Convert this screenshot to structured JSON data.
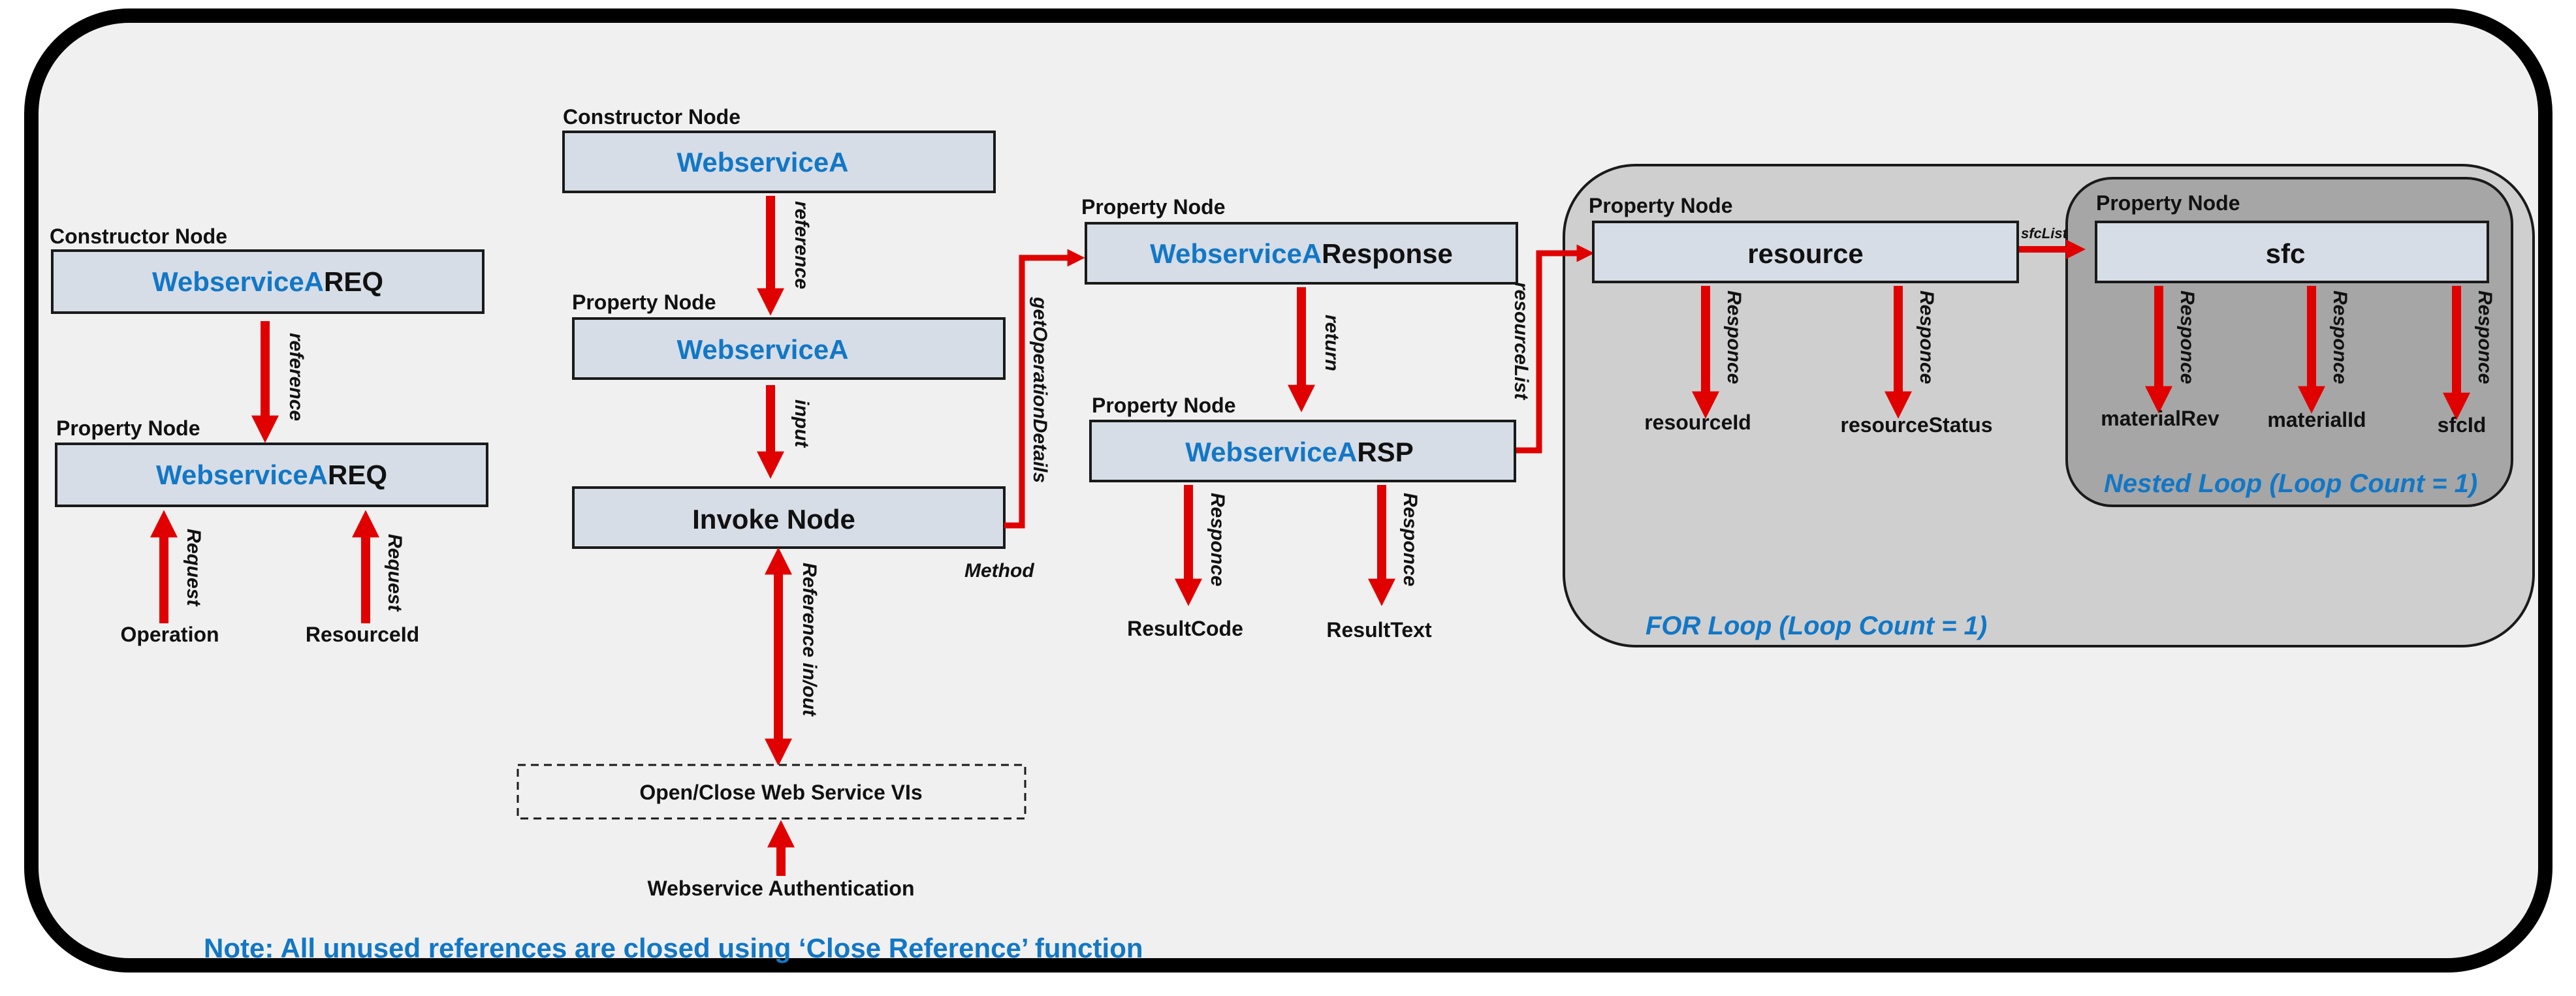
{
  "colors": {
    "node_fill": "#d6dde6",
    "arrow": "#e00000",
    "accent_text": "#1277c6",
    "frame": "#000000",
    "canvas": "#f0f0f0",
    "outer_loop": "#cfcfcf",
    "inner_loop": "#a6a6a6"
  },
  "left_group": {
    "constructor_caption": "Constructor Node",
    "req_ctor": {
      "prefix": "WebserviceA",
      "suffix": "REQ"
    },
    "reference_label": "reference",
    "property_caption": "Property Node",
    "req_prop": {
      "prefix": "WebserviceA",
      "suffix": "REQ"
    },
    "request_label_1": "Request",
    "request_label_2": "Request",
    "operation": "Operation",
    "resourceid": "ResourceId"
  },
  "middle_group": {
    "constructor_caption": "Constructor Node",
    "ws_ctor": "WebserviceA",
    "reference_label": "reference",
    "property_caption": "Property Node",
    "ws_prop": "WebserviceA",
    "input_label": "input",
    "invoke": "Invoke Node",
    "method_label": "Method",
    "get_op_label": "getOperationDetails",
    "refinout_label": "Reference in/out",
    "open_close": "Open/Close Web Service VIs",
    "auth": "Webservice Authentication"
  },
  "response_group": {
    "property_caption_1": "Property Node",
    "resp": {
      "prefix": "WebserviceA",
      "suffix": "Response"
    },
    "return_label": "return",
    "property_caption_2": "Property Node",
    "rsp": {
      "prefix": "WebserviceA",
      "suffix": "RSP"
    },
    "responce_label_1": "Responce",
    "responce_label_2": "Responce",
    "result_code": "ResultCode",
    "result_text": "ResultText",
    "resource_list_label": "resourceList"
  },
  "for_loop": {
    "property_caption": "Property Node",
    "resource": "resource",
    "responce_label_1": "Responce",
    "responce_label_2": "Responce",
    "resource_id": "resourceId",
    "resource_status": "resourceStatus",
    "sfclist_label": "sfcList",
    "title": "FOR Loop (Loop Count = 1)"
  },
  "nested_loop": {
    "property_caption": "Property Node",
    "sfc": "sfc",
    "responce_label_1": "Responce",
    "responce_label_2": "Responce",
    "responce_label_3": "Responce",
    "material_rev": "materialRev",
    "material_id": "materialId",
    "sfc_id": "sfcId",
    "title": "Nested Loop (Loop Count = 1)"
  },
  "note": "Note: All unused references are closed using ‘Close Reference’ function"
}
